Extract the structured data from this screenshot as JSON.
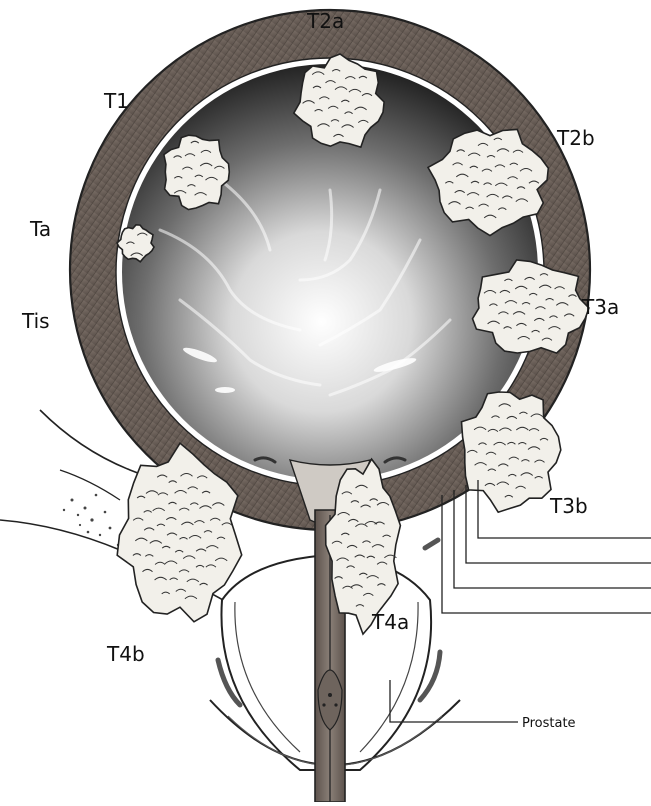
{
  "diagram": {
    "stage_labels": {
      "t2a": "T2a",
      "t1": "T1",
      "t2b": "T2b",
      "ta": "Ta",
      "tis": "Tis",
      "t3a": "T3a",
      "t3b": "T3b",
      "t4a": "T4a",
      "t4b": "T4b"
    },
    "organ_labels": {
      "prostate": "Prostate"
    },
    "colors": {
      "tumor_fill": "#f2f0ea",
      "wall": "#6a5f58",
      "lumen_dark": "#2a2a2a",
      "lumen_light": "#f5f5f5"
    }
  }
}
